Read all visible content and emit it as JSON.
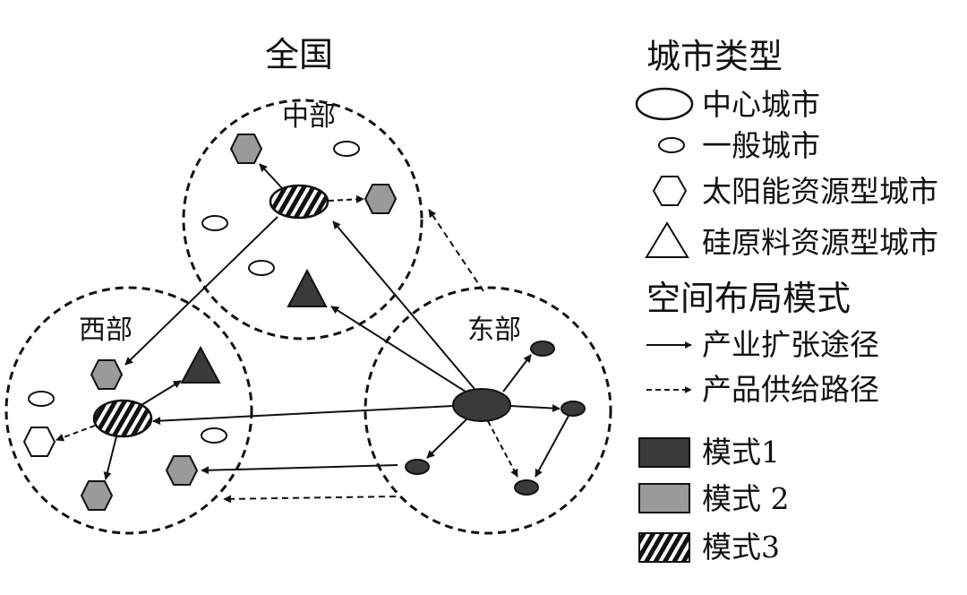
{
  "diagram": {
    "title": "全国",
    "regions": {
      "central": "中部",
      "west": "西部",
      "east": "东部"
    }
  },
  "legend": {
    "city_types_heading": "城市类型",
    "central_city": "中心城市",
    "general_city": "一般城市",
    "solar_city": "太阳能资源型城市",
    "silicon_city": "硅原料资源型城市",
    "layout_heading": "空间布局模式",
    "expansion_path": "产业扩张途径",
    "supply_path": "产品供给路径",
    "mode1": "模式1",
    "mode2": "模式 2",
    "mode3": "模式3"
  },
  "colors": {
    "mode1_fill": "#3a3a3a",
    "mode2_fill": "#9a9a9a",
    "stroke": "#111111",
    "background": "#ffffff"
  }
}
